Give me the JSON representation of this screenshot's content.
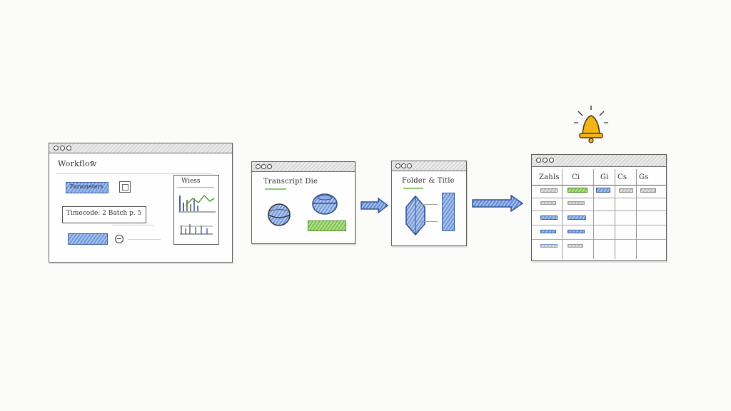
{
  "windows": {
    "w1": {
      "title": "Workflow",
      "button_label": "Parameters",
      "text_field": "Timecode: 2 Batch p. 5",
      "panel_title": "Wiess"
    },
    "w2": {
      "title": "Transcript  Die"
    },
    "w3": {
      "title": "Folder & Title"
    },
    "w4": {
      "headers": [
        "Zahls",
        "Ci",
        "Gi",
        "Cs",
        "Gs"
      ]
    }
  },
  "icons": {
    "notification": "bell-icon"
  },
  "colors": {
    "blue": "#6f97d8",
    "green": "#7dc24e",
    "bell": "#f2b417"
  }
}
